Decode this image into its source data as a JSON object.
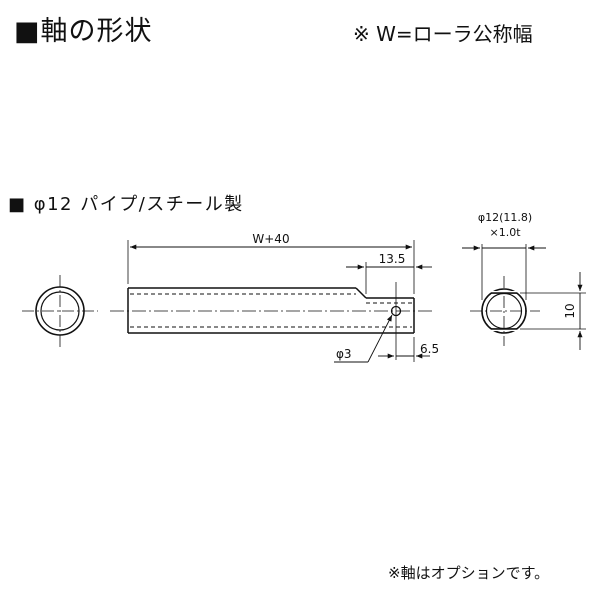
{
  "header": {
    "title": "■軸の形状",
    "note": "※ W=ローラ公称幅"
  },
  "section": {
    "title": "■ φ12 パイプ/スチール製"
  },
  "drawing": {
    "length_label": "W+40",
    "slot_length_label": "13.5",
    "hole_label": "φ3",
    "hole_offset_label": "6.5",
    "section_dia_label": "φ12(11.8)",
    "section_thk_label": "×1.0t",
    "flat_label": "10"
  },
  "footer": {
    "note": "※軸はオプションです。"
  }
}
